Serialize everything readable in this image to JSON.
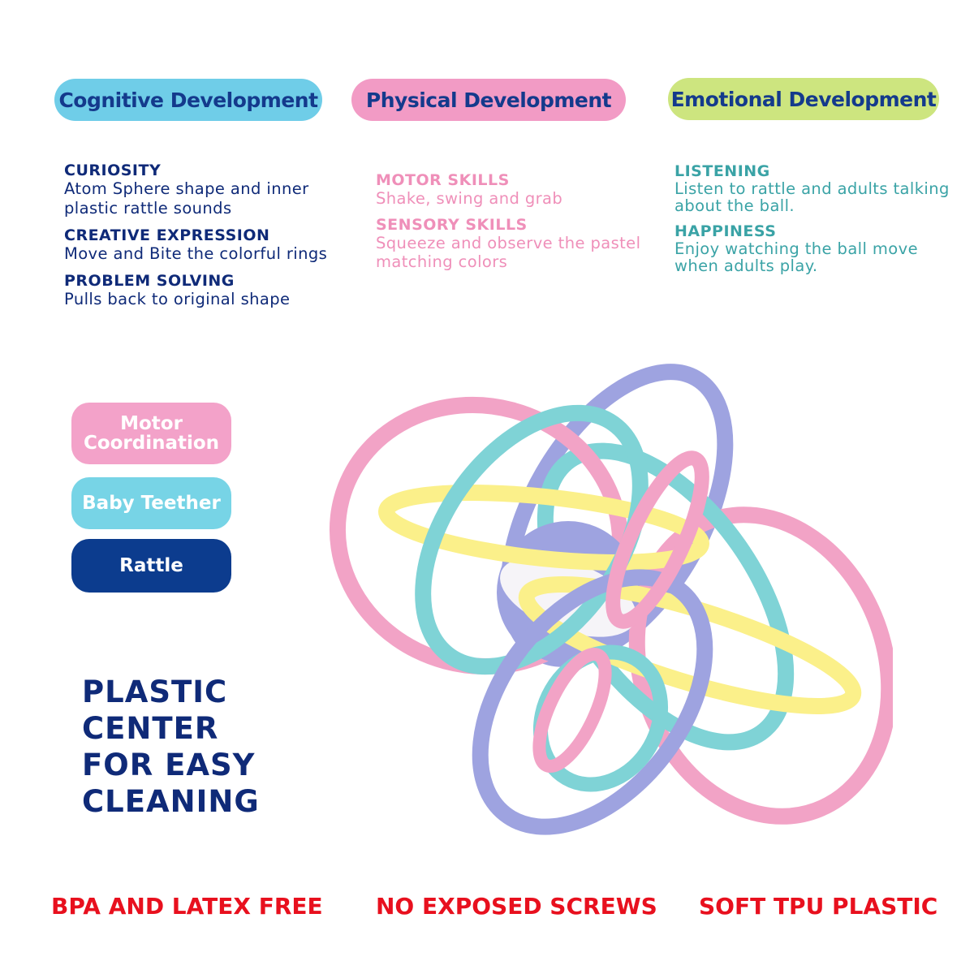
{
  "development_pills": [
    {
      "label": "Cognitive Development",
      "color": "#6fcde8"
    },
    {
      "label": "Physical Development",
      "color": "#f29bc5"
    },
    {
      "label": "Emotional Development",
      "color": "#cde57f"
    }
  ],
  "cognitive": {
    "items": [
      {
        "heading": "CURIOSITY",
        "text": "Atom Sphere shape and inner plastic rattle sounds"
      },
      {
        "heading": "CREATIVE EXPRESSION",
        "text": "Move and Bite the colorful rings"
      },
      {
        "heading": "PROBLEM SOLVING",
        "text": "Pulls back to original shape"
      }
    ]
  },
  "physical": {
    "items": [
      {
        "heading": "MOTOR SKILLS",
        "text": "Shake, swing and grab"
      },
      {
        "heading": "SENSORY SKILLS",
        "text": "Squeeze and observe the pastel matching colors"
      }
    ]
  },
  "emotional": {
    "items": [
      {
        "heading": "LISTENING",
        "text": "Listen to rattle and adults talking about the ball."
      },
      {
        "heading": "HAPPINESS",
        "text": "Enjoy watching the ball move when adults play."
      }
    ]
  },
  "feature_tags": [
    {
      "label": "Motor Coordination",
      "color": "#f3a2c9"
    },
    {
      "label": "Baby Teether",
      "color": "#77d4e6"
    },
    {
      "label": "Rattle",
      "color": "#0c3c8e"
    }
  ],
  "plastic_center": "PLASTIC\nCENTER\nFOR EASY\nCLEANING",
  "footer": {
    "bpa": "BPA AND LATEX FREE",
    "screws": "NO EXPOSED SCREWS",
    "tpu": "SOFT TPU PLASTIC"
  },
  "colors": {
    "navy": "#0f2a78",
    "pink": "#f29bc5",
    "teal": "#3aa3a6",
    "red": "#e8101e",
    "ring_pink": "#f2a3c6",
    "ring_teal": "#7fd3d6",
    "ring_lavender": "#9ea3e0",
    "ring_yellow": "#fbf08a"
  }
}
